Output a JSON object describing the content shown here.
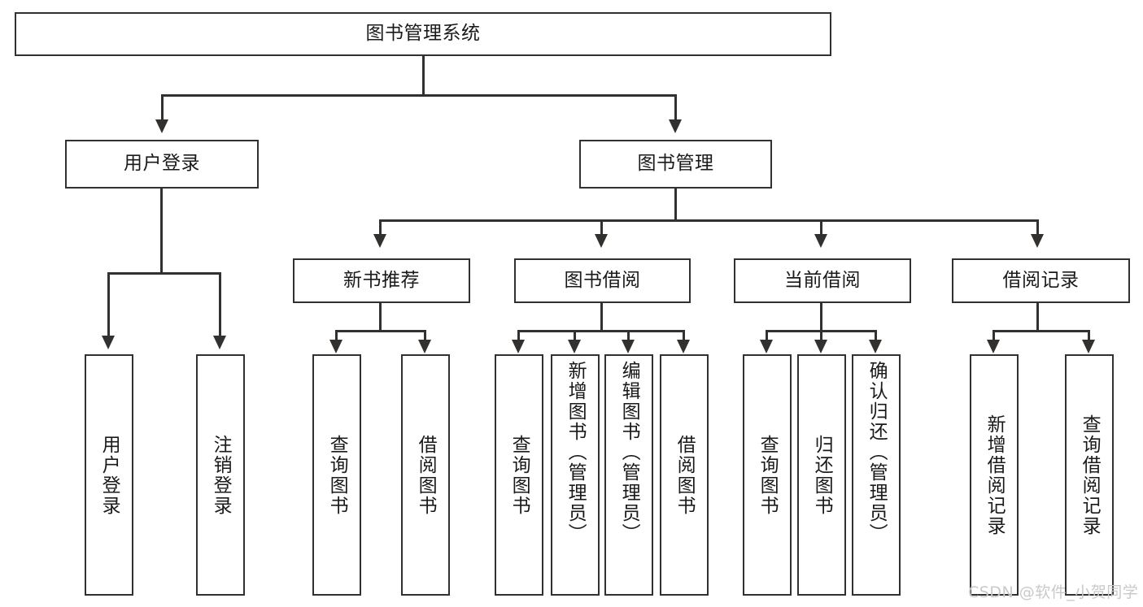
{
  "diagram": {
    "title": "图书管理系统",
    "type": "tree",
    "root": {
      "label": "图书管理系统"
    },
    "level2": [
      {
        "label": "用户登录"
      },
      {
        "label": "图书管理"
      }
    ],
    "level3": [
      {
        "label": "新书推荐"
      },
      {
        "label": "图书借阅"
      },
      {
        "label": "当前借阅"
      },
      {
        "label": "借阅记录"
      }
    ],
    "leaves": {
      "user_login": [
        {
          "label": "用户登录"
        },
        {
          "label": "注销登录"
        }
      ],
      "new_book_recommend": [
        {
          "label": "查询图书"
        },
        {
          "label": "借阅图书"
        }
      ],
      "book_borrow": [
        {
          "label": "查询图书"
        },
        {
          "label": "新增图书（管理员）"
        },
        {
          "label": "编辑图书（管理员）"
        },
        {
          "label": "借阅图书"
        }
      ],
      "current_borrow": [
        {
          "label": "查询图书"
        },
        {
          "label": "归还图书"
        },
        {
          "label": "确认归还（管理员）"
        }
      ],
      "borrow_record": [
        {
          "label": "新增借阅记录"
        },
        {
          "label": "查询借阅记录"
        }
      ]
    }
  },
  "watermark": {
    "text": "CSDN @软件_小贺同学"
  },
  "colors": {
    "stroke": "#33312f",
    "fill": "#ffffff",
    "text": "#1a1a1a",
    "watermark": "#c9c9c9"
  }
}
